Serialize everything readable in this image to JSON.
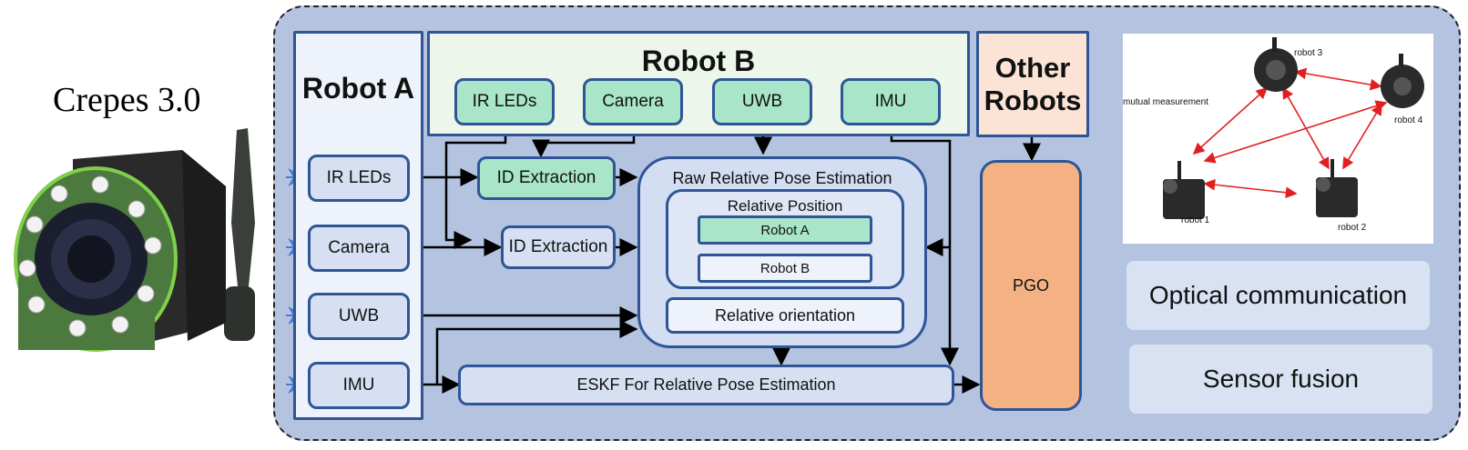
{
  "title": "Crepes 3.0",
  "robot_a": {
    "label": "Robot A",
    "sensors": [
      "IR LEDs",
      "Camera",
      "UWB",
      "IMU"
    ]
  },
  "robot_b": {
    "label": "Robot B",
    "sensors": [
      "IR LEDs",
      "Camera",
      "UWB",
      "IMU"
    ]
  },
  "other_robots": {
    "label": "Other Robots"
  },
  "processing": {
    "id_extraction_1": "ID Extraction",
    "id_extraction_2": "ID Extraction",
    "raw_relative_pose": "Raw Relative Pose Estimation",
    "relative_position": "Relative Position",
    "robot_a_item": "Robot A",
    "robot_b_item": "Robot B",
    "relative_orientation": "Relative orientation",
    "eskf": "ESKF For Relative Pose Estimation",
    "pgo": "PGO"
  },
  "network": {
    "robots": [
      "robot 1",
      "robot 2",
      "robot 3",
      "robot 4"
    ],
    "mutual_label": "mutual measurement",
    "edge_color": "#e02020"
  },
  "features": [
    "Optical communication",
    "Sensor fusion"
  ],
  "colors": {
    "panel": "#b4c4e0",
    "border": "#2f5597",
    "green": "#a9e5c8",
    "orange": "#f4b183",
    "light": "#d6e0f2"
  }
}
